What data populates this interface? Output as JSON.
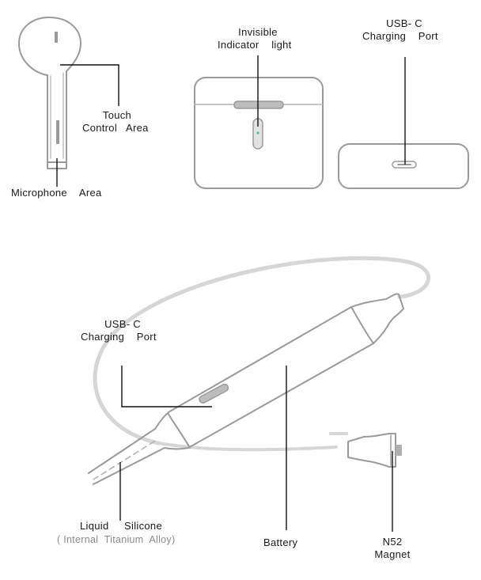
{
  "labels": {
    "touch_line1": "Touch",
    "touch_line2": "Control   Area",
    "microphone": "Microphone    Area",
    "indicator_line1": "Invisible",
    "indicator_line2": "Indicator    light",
    "usbc_case_line1": "USB- C",
    "usbc_case_line2": "Charging    Port",
    "usbc_band_line1": "USB- C",
    "usbc_band_line2": "Charging    Port",
    "silicone_line1": "Liquid     Silicone",
    "silicone_line2": "( Internal  Titanium  Alloy)",
    "battery": "Battery",
    "magnet_line1": "N52",
    "magnet_line2": "Magnet"
  },
  "colors": {
    "outline": "#9a9a9a",
    "leader": "#111111",
    "band": "#d6d6d6",
    "indicator_led": "#4fc3a1"
  }
}
